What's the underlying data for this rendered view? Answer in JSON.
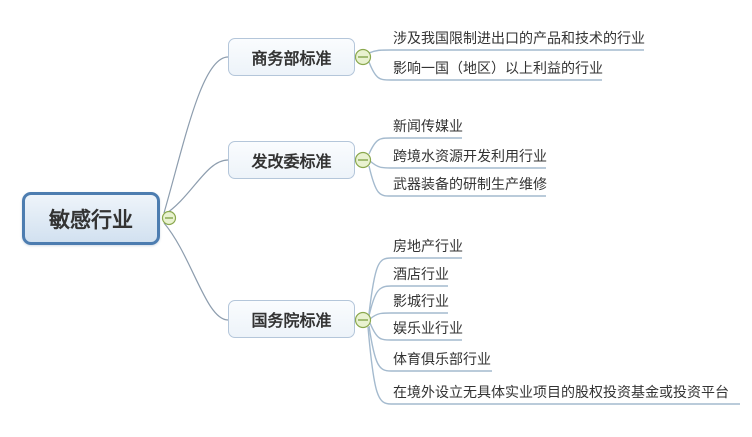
{
  "diagram": {
    "type": "mindmap",
    "root": {
      "label": "敏感行业"
    },
    "branches": [
      {
        "label": "商务部标准",
        "children": [
          "涉及我国限制进出口的产品和技术的行业",
          "影响一国（地区）以上利益的行业"
        ]
      },
      {
        "label": "发改委标准",
        "children": [
          "新闻传媒业",
          "跨境水资源开发利用行业",
          "武器装备的研制生产维修"
        ]
      },
      {
        "label": "国务院标准",
        "children": [
          "房地产行业",
          "酒店行业",
          "影城行业",
          "娱乐业行业",
          "体育俱乐部行业",
          "在境外设立无具体实业项目的股权投资基金或投资平台"
        ]
      }
    ],
    "collapse_symbol": "−",
    "colors": {
      "root_border": "#4d7db0",
      "root_fill": "#d2e1f0",
      "branch_border": "#b4c6da",
      "branch_fill": "#f0f5fa",
      "leaf_line": "#a4bace",
      "root_connector": "#8d9dae",
      "collapse_fill": "#e9f2d0",
      "collapse_border": "#8aa84e",
      "text": "#333333",
      "background": "#ffffff"
    }
  }
}
